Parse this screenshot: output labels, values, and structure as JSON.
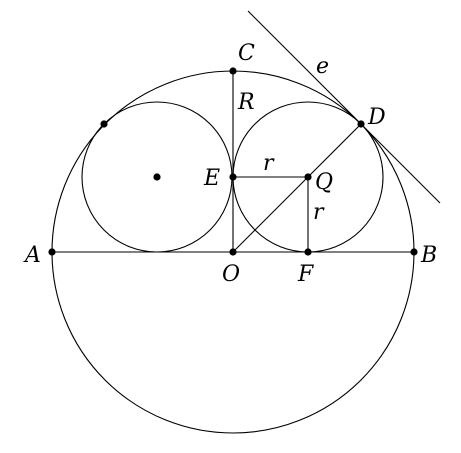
{
  "diagram": {
    "labels": {
      "A": "A",
      "B": "B",
      "C": "C",
      "D": "D",
      "E": "E",
      "F": "F",
      "O": "O",
      "Q": "Q",
      "R": "R",
      "r_horizontal": "r",
      "r_vertical": "r",
      "e": "e"
    }
  }
}
